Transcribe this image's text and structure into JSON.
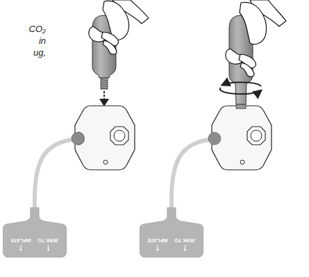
{
  "diagram": {
    "nodes": [
      {
        "text": [
          "JERK TO",
          "INFLATE"
        ]
      },
      {
        "text": [
          "JERK TO",
          "INFLATE"
        ]
      }
    ],
    "labels": [
      "CO₂",
      "in",
      "ug,"
    ]
  }
}
